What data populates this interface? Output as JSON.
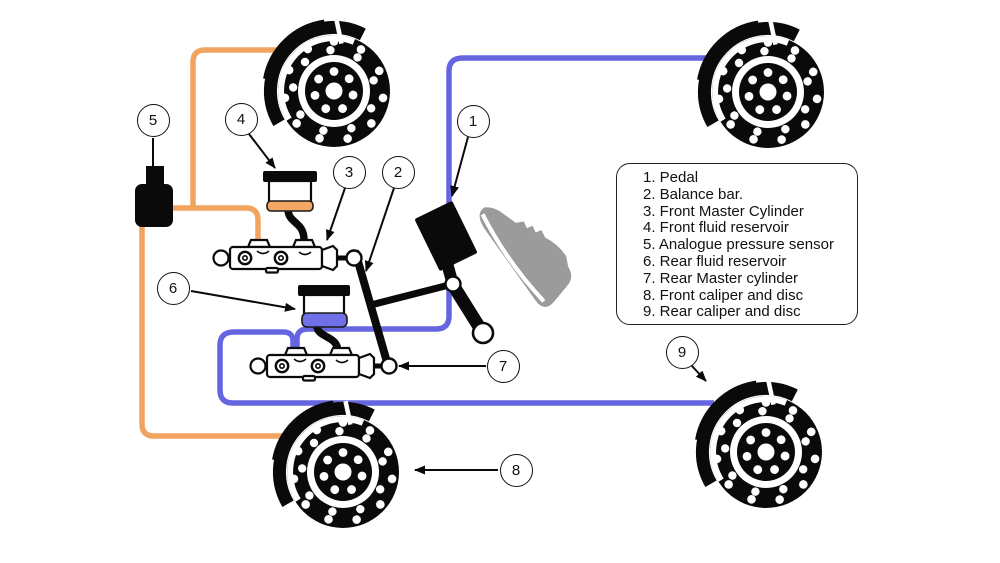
{
  "colors": {
    "front-line": "#F2A360",
    "front-band": "#F4A765",
    "rear-line": "#6565E0",
    "rear-band": "#7070E8",
    "shoe": "#9B9B9B",
    "ink": "#0a0a0a",
    "background": "#FFFFFF"
  },
  "callouts": [
    "1",
    "2",
    "3",
    "4",
    "5",
    "6",
    "7",
    "8",
    "9"
  ],
  "legend": {
    "items": [
      "1. Pedal",
      "2. Balance bar.",
      "3. Front Master Cylinder",
      "4. Front fluid reservoir",
      "5. Analogue pressure sensor",
      "6. Rear fluid reservoir",
      "7. Rear Master cylinder",
      "8. Front caliper and disc",
      "9. Rear caliper and disc"
    ]
  }
}
